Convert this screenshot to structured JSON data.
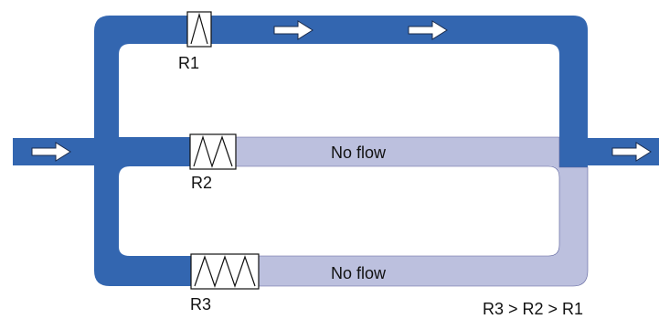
{
  "colors": {
    "flow": "#3366b0",
    "no_flow": "#bcc0de",
    "no_flow_edge": "#5a5f9a",
    "arrow_fill": "#ffffff",
    "arrow_stroke": "#1a2a4a",
    "resistor_stroke": "#111111",
    "background": "#ffffff"
  },
  "resistors": [
    {
      "label": "R1",
      "zigzag_peaks": 1,
      "branch": "top"
    },
    {
      "label": "R2",
      "zigzag_peaks": 2,
      "branch": "middle"
    },
    {
      "label": "R3",
      "zigzag_peaks": 3,
      "branch": "bottom"
    }
  ],
  "branches": [
    {
      "name": "top",
      "state": "flow",
      "label": ""
    },
    {
      "name": "middle",
      "state": "no-flow",
      "label": "No flow"
    },
    {
      "name": "bottom",
      "state": "no-flow",
      "label": "No flow"
    }
  ],
  "legend": {
    "relation": "R3 > R2 > R1"
  },
  "icons": [
    "arrow-right-icon",
    "resistor-zigzag-icon"
  ]
}
